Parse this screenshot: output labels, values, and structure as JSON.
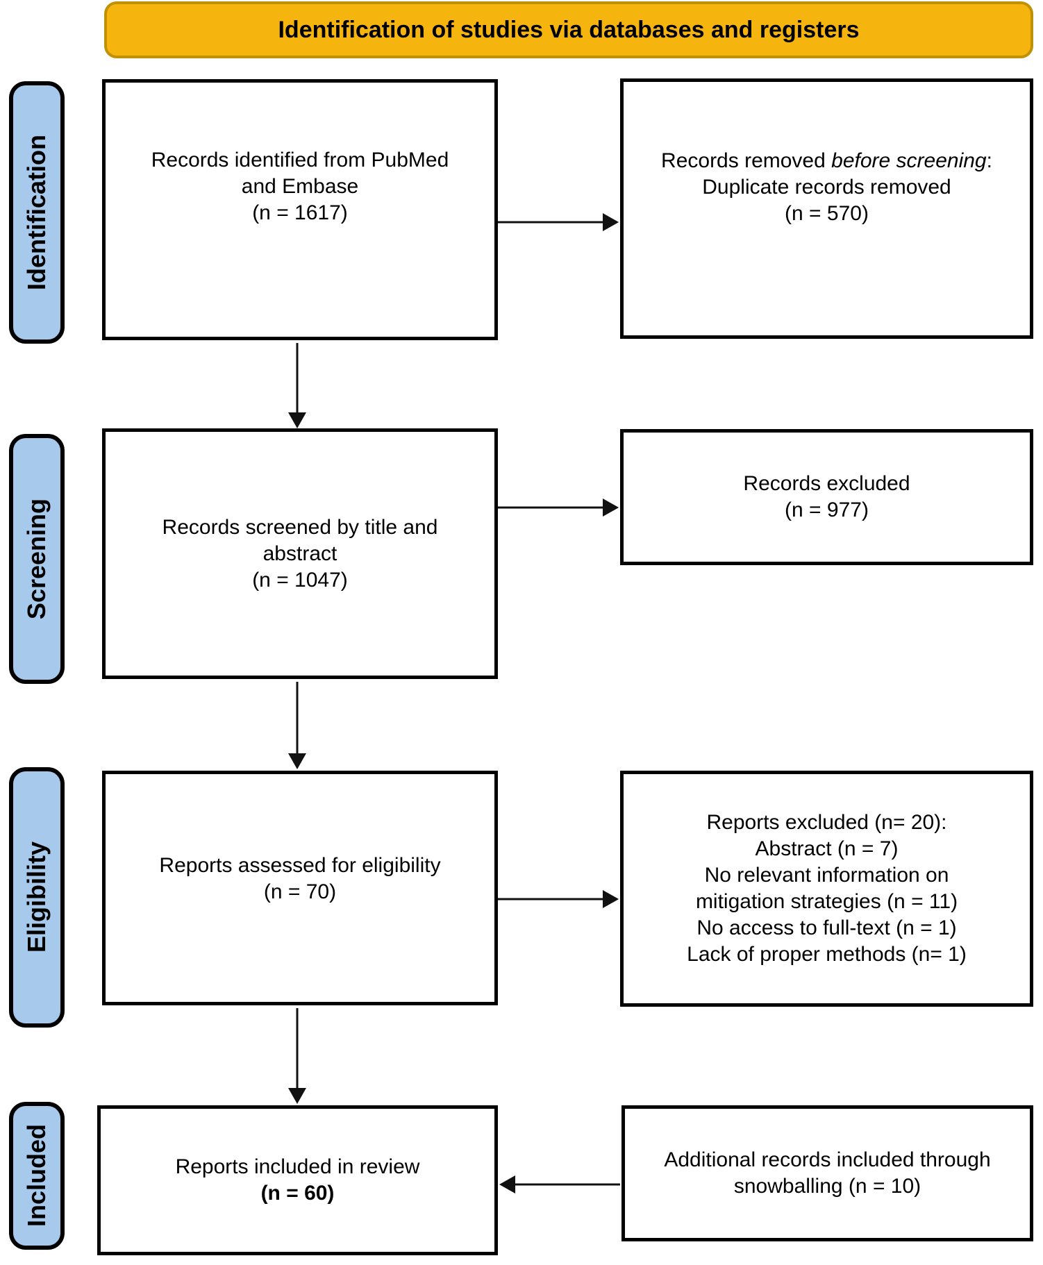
{
  "banner": {
    "label": "Identification of studies via databases and registers"
  },
  "stages": [
    {
      "label": "Identification"
    },
    {
      "label": "Screening"
    },
    {
      "label": "Eligibility"
    },
    {
      "label": "Included"
    }
  ],
  "boxes": {
    "identified": {
      "text": "Records identified from PubMed\nand Embase\n(n = 1617)"
    },
    "removed": {
      "prefix": "Records removed ",
      "italic": "before screening",
      "suffix": ":",
      "rest": "Duplicate records removed\n(n = 570)"
    },
    "screened": {
      "text": "Records screened by title and\nabstract\n(n = 1047)"
    },
    "excluded_records": {
      "text": "Records excluded\n(n = 977)"
    },
    "assessed": {
      "text": "Reports assessed for eligibility\n(n = 70)"
    },
    "excluded_reports": {
      "text": "Reports excluded (n= 20):\nAbstract (n = 7)\nNo relevant information on\nmitigation strategies (n = 11)\nNo access to full-text (n = 1)\nLack of proper methods (n= 1)"
    },
    "included_review": {
      "line1": "Reports included in review",
      "line2": "(n = 60)"
    },
    "snowballing": {
      "text": "Additional records included through\nsnowballing (n = 10)"
    }
  },
  "colors": {
    "banner_fill": "#F6B40F",
    "banner_border": "#C09102",
    "stage_fill": "#A6C9EC",
    "box_border": "#000000",
    "arrow": "#111111"
  }
}
